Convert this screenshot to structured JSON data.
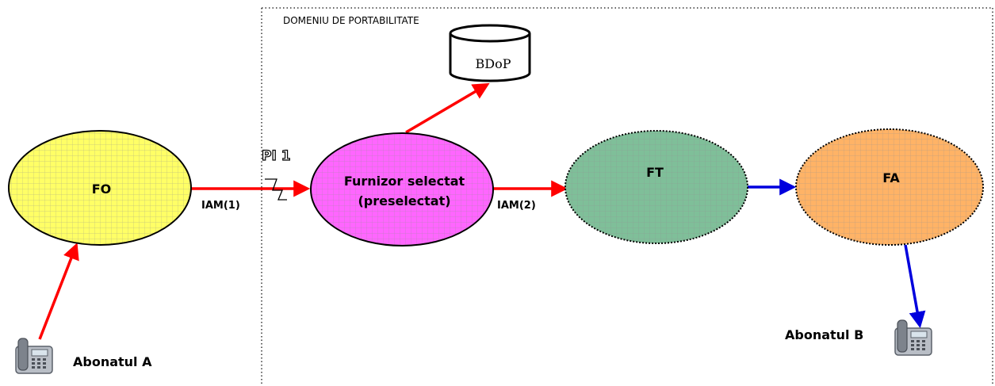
{
  "domain_label": "DOMENIU DE PORTABILITATE",
  "nodes": {
    "fo": {
      "label": "FO",
      "fill": "#ffff66"
    },
    "furnizor": {
      "label_line1": "Furnizor selectat",
      "label_line2": "(preselectat)",
      "fill": "#ff66ff"
    },
    "ft": {
      "label": "FT",
      "fill": "#7fbf99"
    },
    "fa": {
      "label": "FA",
      "fill": "#ffb366"
    },
    "bdop": {
      "label": "BDoP"
    }
  },
  "signals": {
    "iam1": "IAM(1)",
    "iam2": "IAM(2)",
    "pi1": "PI 1"
  },
  "subscribers": {
    "a": "Abonatul A",
    "b": "Abonatul B"
  },
  "colors": {
    "red_arrow": "#ff0000",
    "blue_arrow": "#0000dd",
    "grid": "#9a9a9a"
  }
}
